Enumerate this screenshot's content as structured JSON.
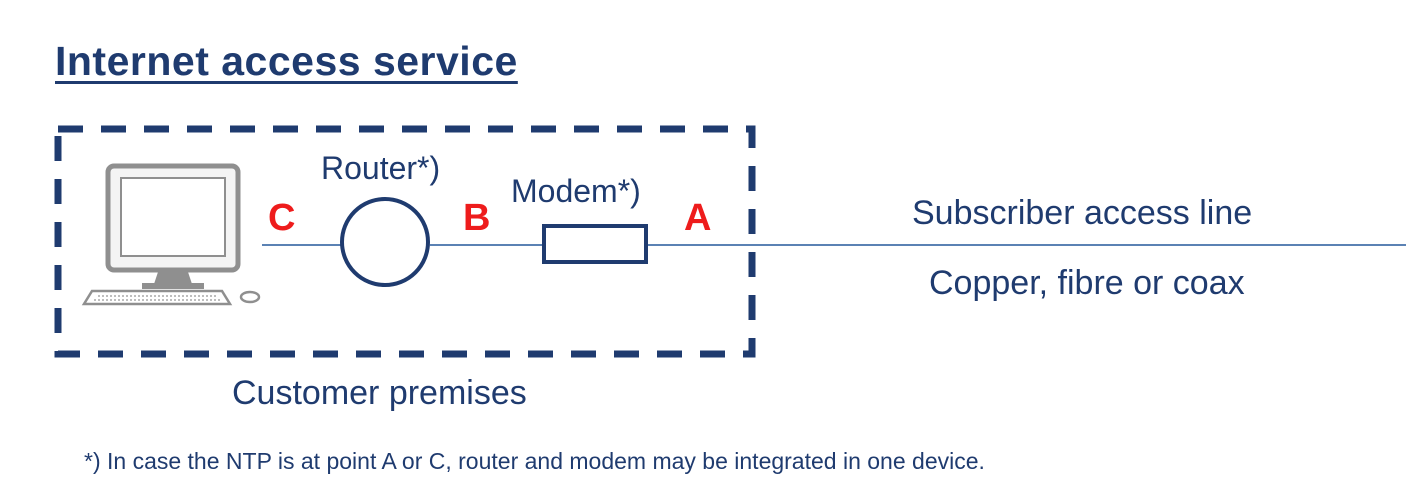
{
  "title": "Internet access service",
  "labels": {
    "router": "Router*)",
    "modem": "Modem*)",
    "subscriber_line": "Subscriber access line",
    "line_media": "Copper, fibre or coax",
    "customer_premises": "Customer premises"
  },
  "points": {
    "a": "A",
    "b": "B",
    "c": "C"
  },
  "footnote": "*) In case the NTP is at point A or C, router and modem may be integrated  in one device.",
  "colors": {
    "navy": "#1f3b6f",
    "line": "#5b82b4",
    "point": "#ee1c1c",
    "computer": "#8f8f8f"
  },
  "icons": [
    "computer-icon",
    "router-icon",
    "modem-icon"
  ]
}
